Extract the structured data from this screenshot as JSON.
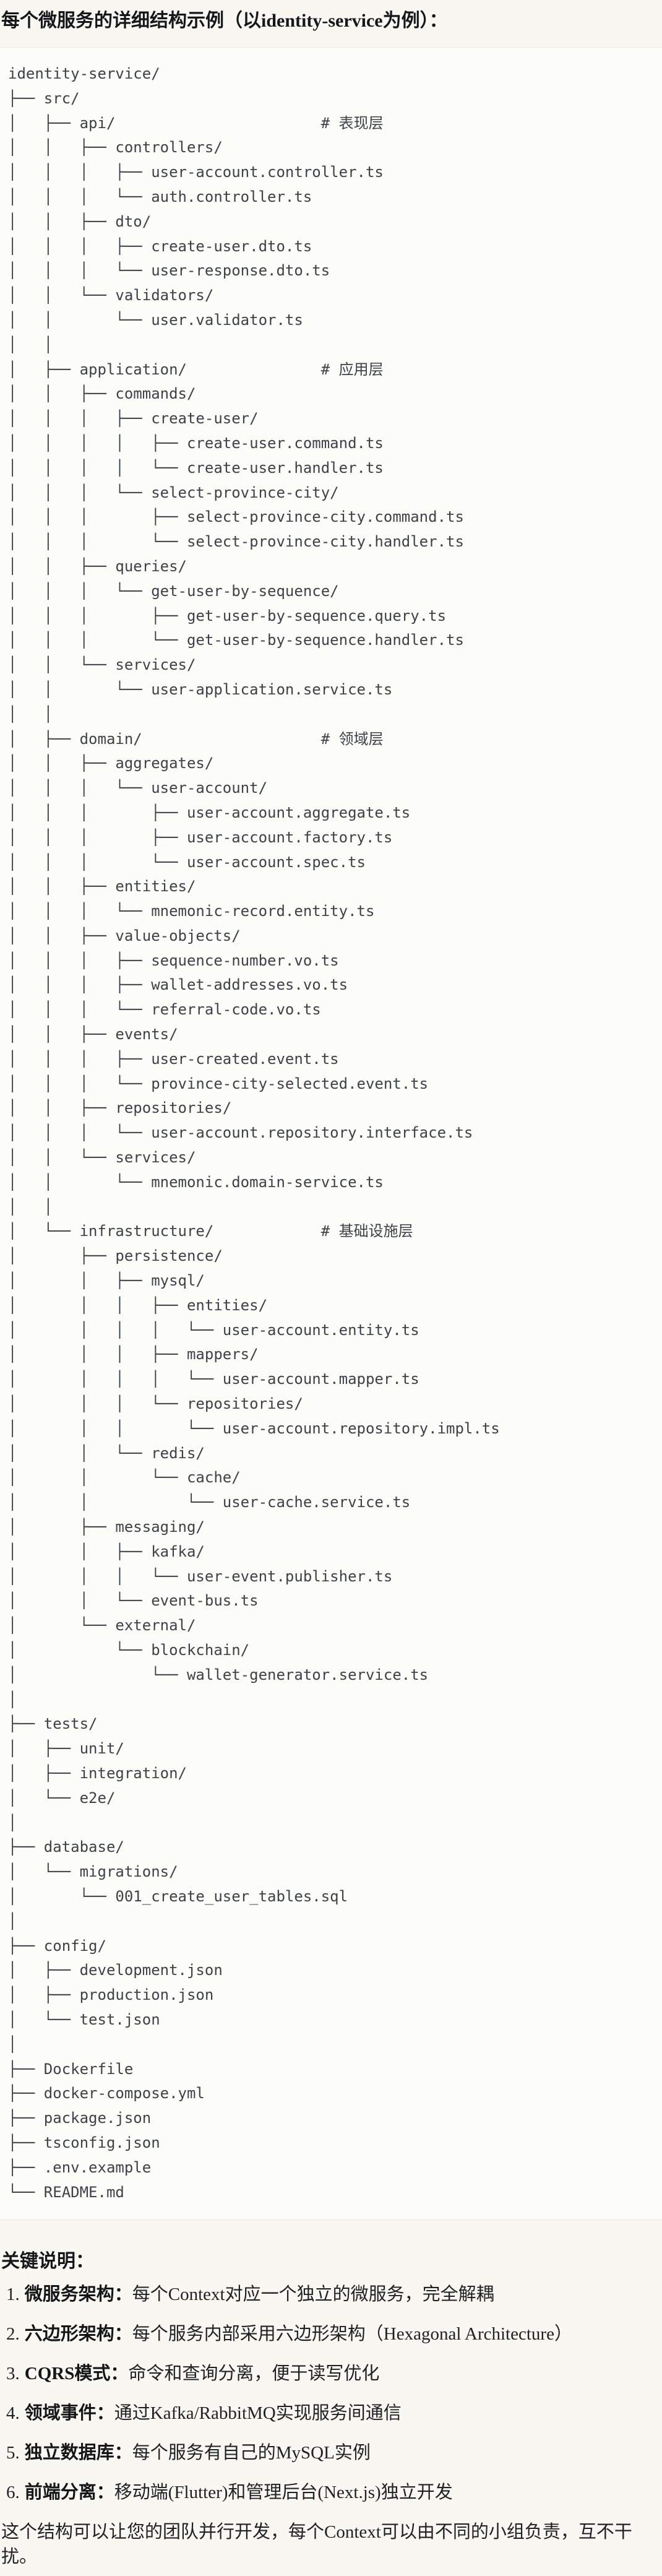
{
  "page": {
    "title": "每个微服务的详细结构示例（以identity-service为例）："
  },
  "tree": {
    "lines": [
      "identity-service/",
      "├── src/",
      "│   ├── api/                       # 表现层",
      "│   │   ├── controllers/",
      "│   │   │   ├── user-account.controller.ts",
      "│   │   │   └── auth.controller.ts",
      "│   │   ├── dto/",
      "│   │   │   ├── create-user.dto.ts",
      "│   │   │   └── user-response.dto.ts",
      "│   │   └── validators/",
      "│   │       └── user.validator.ts",
      "│   │",
      "│   ├── application/               # 应用层",
      "│   │   ├── commands/",
      "│   │   │   ├── create-user/",
      "│   │   │   │   ├── create-user.command.ts",
      "│   │   │   │   └── create-user.handler.ts",
      "│   │   │   └── select-province-city/",
      "│   │   │       ├── select-province-city.command.ts",
      "│   │   │       └── select-province-city.handler.ts",
      "│   │   ├── queries/",
      "│   │   │   └── get-user-by-sequence/",
      "│   │   │       ├── get-user-by-sequence.query.ts",
      "│   │   │       └── get-user-by-sequence.handler.ts",
      "│   │   └── services/",
      "│   │       └── user-application.service.ts",
      "│   │",
      "│   ├── domain/                    # 领域层",
      "│   │   ├── aggregates/",
      "│   │   │   └── user-account/",
      "│   │   │       ├── user-account.aggregate.ts",
      "│   │   │       ├── user-account.factory.ts",
      "│   │   │       └── user-account.spec.ts",
      "│   │   ├── entities/",
      "│   │   │   └── mnemonic-record.entity.ts",
      "│   │   ├── value-objects/",
      "│   │   │   ├── sequence-number.vo.ts",
      "│   │   │   ├── wallet-addresses.vo.ts",
      "│   │   │   └── referral-code.vo.ts",
      "│   │   ├── events/",
      "│   │   │   ├── user-created.event.ts",
      "│   │   │   └── province-city-selected.event.ts",
      "│   │   ├── repositories/",
      "│   │   │   └── user-account.repository.interface.ts",
      "│   │   └── services/",
      "│   │       └── mnemonic.domain-service.ts",
      "│   │",
      "│   └── infrastructure/            # 基础设施层",
      "│       ├── persistence/",
      "│       │   ├── mysql/",
      "│       │   │   ├── entities/",
      "│       │   │   │   └── user-account.entity.ts",
      "│       │   │   ├── mappers/",
      "│       │   │   │   └── user-account.mapper.ts",
      "│       │   │   └── repositories/",
      "│       │   │       └── user-account.repository.impl.ts",
      "│       │   └── redis/",
      "│       │       └── cache/",
      "│       │           └── user-cache.service.ts",
      "│       ├── messaging/",
      "│       │   ├── kafka/",
      "│       │   │   └── user-event.publisher.ts",
      "│       │   └── event-bus.ts",
      "│       └── external/",
      "│           └── blockchain/",
      "│               └── wallet-generator.service.ts",
      "│",
      "├── tests/",
      "│   ├── unit/",
      "│   ├── integration/",
      "│   └── e2e/",
      "│",
      "├── database/",
      "│   └── migrations/",
      "│       └── 001_create_user_tables.sql",
      "│",
      "├── config/",
      "│   ├── development.json",
      "│   ├── production.json",
      "│   └── test.json",
      "│",
      "├── Dockerfile",
      "├── docker-compose.yml",
      "├── package.json",
      "├── tsconfig.json",
      "├── .env.example",
      "└── README.md"
    ]
  },
  "notes": {
    "heading": "关键说明：",
    "items": [
      {
        "num": "1.",
        "term": "微服务架构：",
        "desc": "每个Context对应一个独立的微服务，完全解耦"
      },
      {
        "num": "2.",
        "term": "六边形架构：",
        "desc": "每个服务内部采用六边形架构（Hexagonal Architecture）"
      },
      {
        "num": "3.",
        "term": "CQRS模式：",
        "desc": "命令和查询分离，便于读写优化"
      },
      {
        "num": "4.",
        "term": "领域事件：",
        "desc": "通过Kafka/RabbitMQ实现服务间通信"
      },
      {
        "num": "5.",
        "term": "独立数据库：",
        "desc": "每个服务有自己的MySQL实例"
      },
      {
        "num": "6.",
        "term": "前端分离：",
        "desc": "移动端(Flutter)和管理后台(Next.js)独立开发"
      }
    ],
    "footer": "这个结构可以让您的团队并行开发，每个Context可以由不同的小组负责，互不干扰。"
  },
  "colors": {
    "page_bg": "#f8f7f2",
    "code_bg": "#fcfcf9",
    "code_border": "#e6e4de",
    "code_text": "#3d4249",
    "heading_text": "#15171a",
    "body_text": "#202124"
  }
}
